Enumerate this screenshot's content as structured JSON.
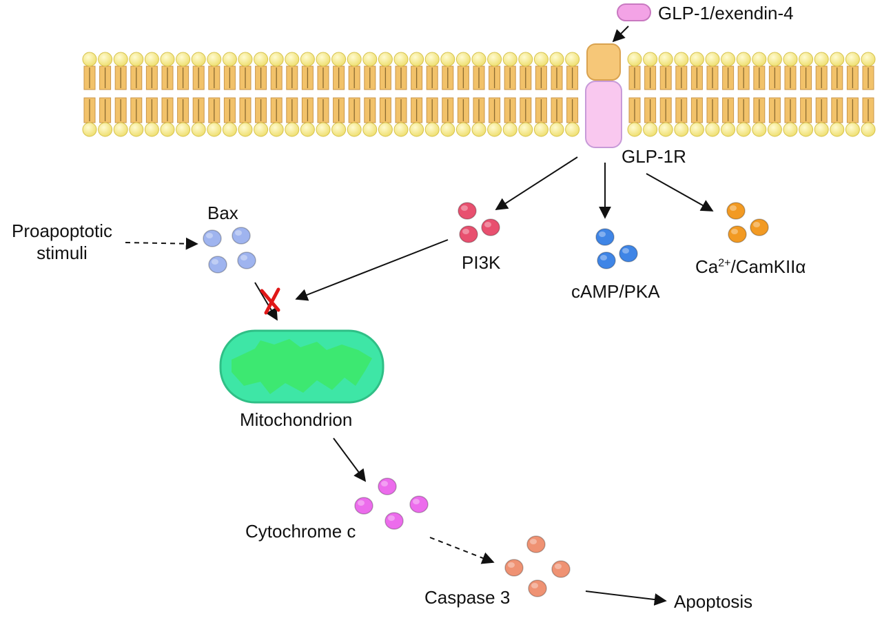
{
  "labels": {
    "ligand": "GLP-1/exendin-4",
    "receptor": "GLP-1R",
    "pi3k": "PI3K",
    "camp": "cAMP/PKA",
    "ca_base": "Ca",
    "ca_sup": "2+",
    "ca_rest": "/CamKIIα",
    "bax": "Bax",
    "stimuli_line1": "Proapoptotic",
    "stimuli_line2": "stimuli",
    "mitochondrion": "Mitochondrion",
    "cytochrome": "Cytochrome c",
    "caspase": "Caspase 3",
    "apoptosis": "Apoptosis"
  },
  "colors": {
    "membrane_head": "#f5e88a",
    "membrane_tail": "#f2c26a",
    "receptor_top": "#f6c778",
    "receptor_body": "#f9c8ef",
    "ligand": "#f3a3e6",
    "pi3k": "#e8506f",
    "camp": "#3f85e6",
    "camkii": "#f29a23",
    "bax": "#9fb4ef",
    "mitochondrion": "#3ee6a6",
    "mitochondrion_inner": "#3de86b",
    "cytochrome": "#ec6cec",
    "caspase": "#ef9273",
    "inhibition_mark": "#e01818"
  }
}
